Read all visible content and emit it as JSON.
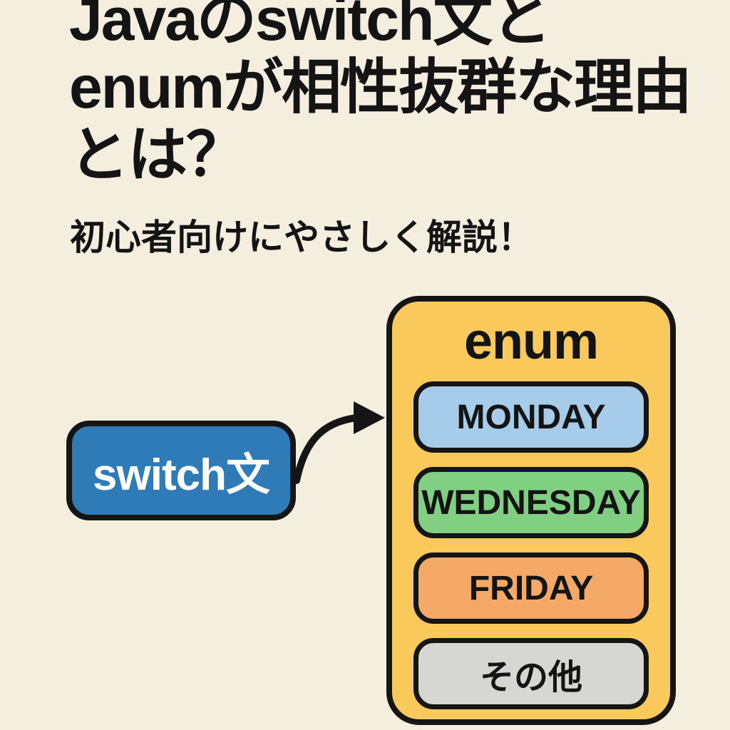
{
  "page": {
    "background": "#F4EEDF",
    "text_color": "#141414"
  },
  "title": {
    "line1": "Javaのswitch文と",
    "line2": "enumが相性抜群な理由",
    "line3": "とは？"
  },
  "subtitle": "初心者向けにやさしく解説！",
  "diagram": {
    "switch_box": {
      "label": "switch文",
      "fill": "#2E7BB8",
      "text_color": "#FFFFFF"
    },
    "arrow": {
      "color": "#151515"
    },
    "enum_box": {
      "label": "enum",
      "fill": "#F9C95C",
      "border_color": "#151515",
      "items": [
        {
          "label": "MONDAY",
          "fill": "#A6CCE9"
        },
        {
          "label": "WEDNESDAY",
          "fill": "#80CF82"
        },
        {
          "label": "FRIDAY",
          "fill": "#F5A966"
        },
        {
          "label": "その他",
          "fill": "#D6D6D2"
        }
      ]
    }
  }
}
